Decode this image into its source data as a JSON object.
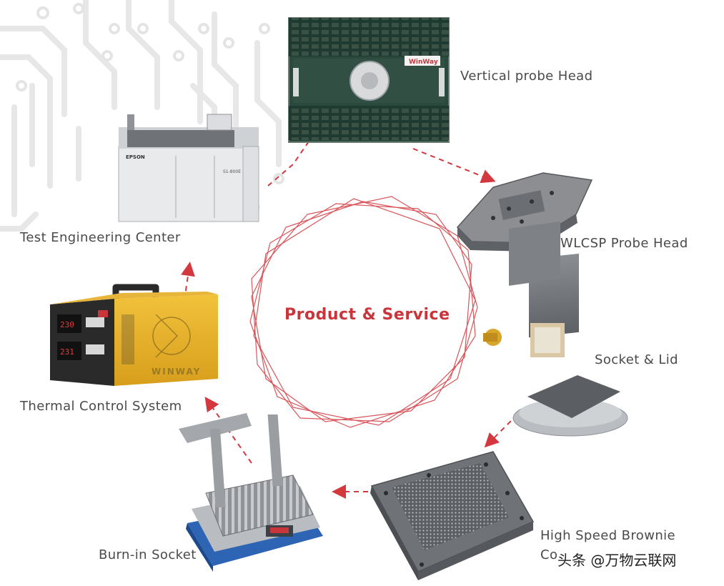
{
  "center_title": "Product & Service",
  "products": [
    {
      "id": "vertical-probe-head",
      "label": "Vertical probe Head"
    },
    {
      "id": "wlcsp-probe-head",
      "label": "WLCSP Probe Head"
    },
    {
      "id": "socket-lid",
      "label": "Socket & Lid"
    },
    {
      "id": "high-speed-brownie",
      "label_line1": "High Speed Brownie",
      "label_line2": "Co"
    },
    {
      "id": "burn-in-socket",
      "label": "Burn-in Socket"
    },
    {
      "id": "thermal-control-system",
      "label": "Thermal Control System"
    },
    {
      "id": "test-engineering-center",
      "label": "Test Engineering Center"
    }
  ],
  "brand": {
    "probe_card_logo": "WinWay",
    "thermal_box_logo": "WINWAY",
    "machine_logo": "EPSON",
    "machine_model": "S1-800E"
  },
  "watermark": "头条 @万物云联网",
  "colors": {
    "accent": "#c9353a",
    "arrow": "#d2383e",
    "label": "#4a4a4a",
    "circuit": "#e7e7e7"
  }
}
